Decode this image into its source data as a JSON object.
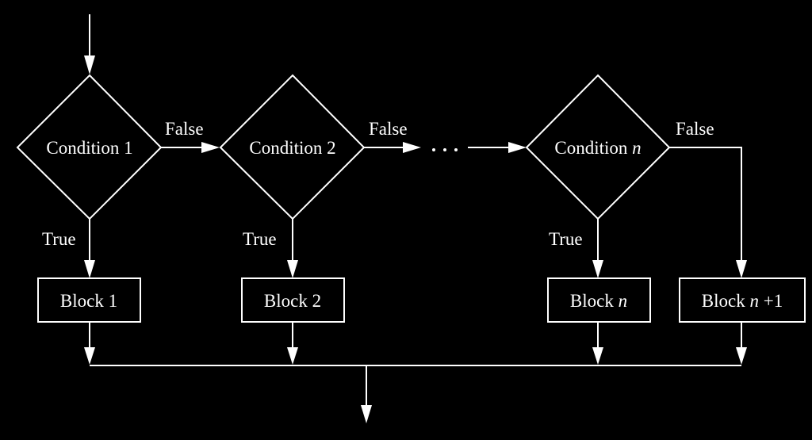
{
  "colors": {
    "background": "#000000",
    "foreground": "#ffffff"
  },
  "conditions": [
    {
      "text": "Condition 1",
      "var": ""
    },
    {
      "text": "Condition 2",
      "var": ""
    },
    {
      "text": "Condition ",
      "var": "n"
    }
  ],
  "blocks": [
    {
      "text": "Block 1",
      "var": "",
      "suffix": ""
    },
    {
      "text": "Block 2",
      "var": "",
      "suffix": ""
    },
    {
      "text": "Block ",
      "var": "n",
      "suffix": ""
    },
    {
      "text": "Block ",
      "var": "n",
      "suffix": " +1"
    }
  ],
  "labels": {
    "true": "True",
    "false": "False"
  }
}
